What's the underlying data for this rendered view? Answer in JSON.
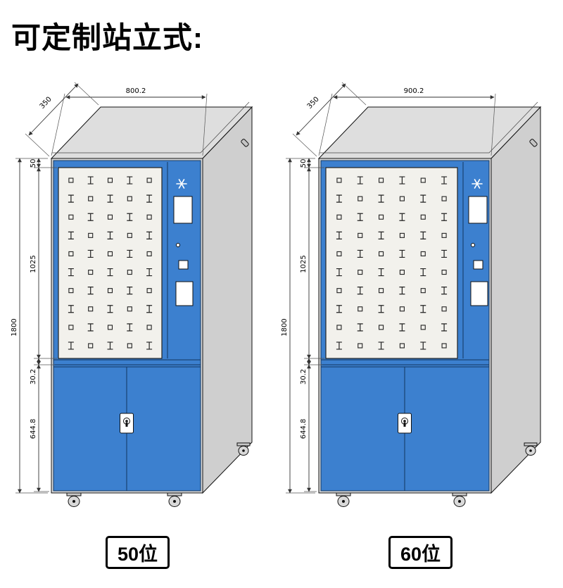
{
  "title": "可定制站立式:",
  "machines": [
    {
      "label": "50位",
      "width_dim": "800.2",
      "depth_dim": "350",
      "dims": {
        "top_gap": "50",
        "panel_height": "1025",
        "total_height": "1800",
        "mid_gap": "30.2",
        "door_height": "644.8"
      },
      "key_grid": {
        "cols": 5,
        "rows": 10
      }
    },
    {
      "label": "60位",
      "width_dim": "900.2",
      "depth_dim": "350",
      "dims": {
        "top_gap": "50",
        "panel_height": "1025",
        "total_height": "1800",
        "mid_gap": "30.2",
        "door_height": "644.8"
      },
      "key_grid": {
        "cols": 6,
        "rows": 10
      }
    }
  ],
  "icons": {
    "snowflake": "refrigeration indicator",
    "lock": "door key-lock",
    "key_slot": "key hook slot",
    "caster": "wheel caster"
  },
  "colors": {
    "panel_blue": "#3c80cf",
    "cabinet_gray": "#d9d9d9",
    "keyboard_white": "#f2f1ec"
  }
}
